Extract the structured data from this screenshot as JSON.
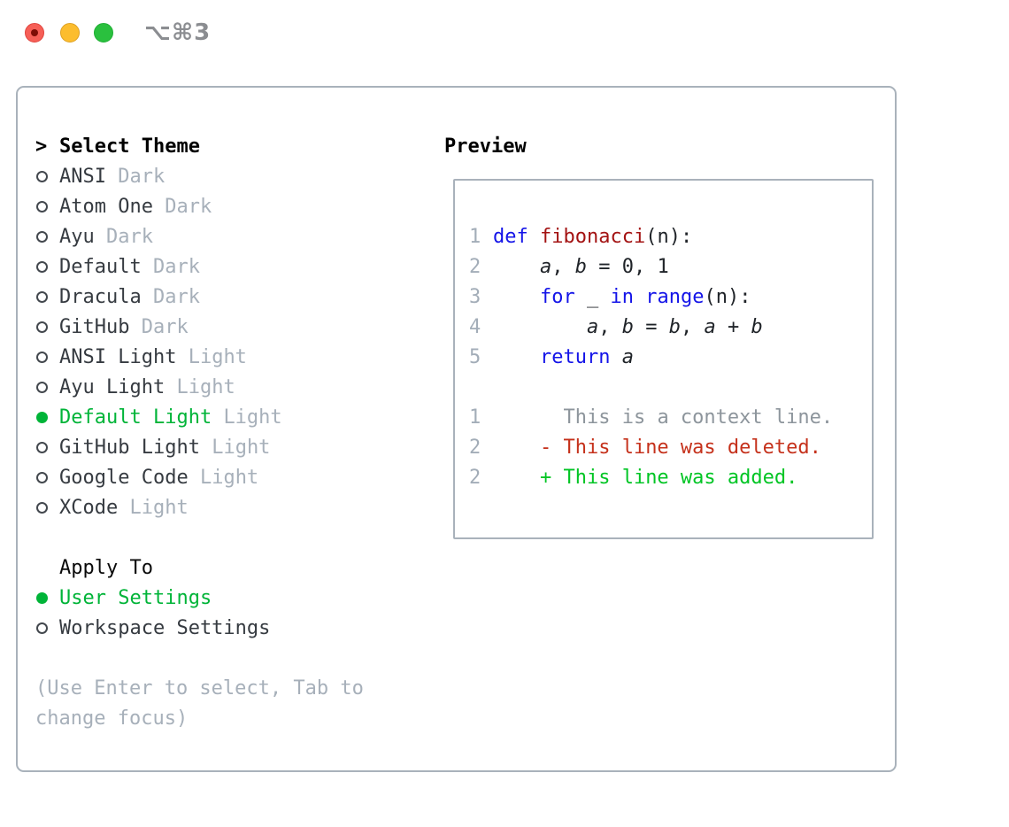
{
  "window": {
    "title": "⌥⌘3"
  },
  "titlebar_buttons": [
    {
      "name": "close-button",
      "color": "#f65f57"
    },
    {
      "name": "minimize-button",
      "color": "#fcbd2e"
    },
    {
      "name": "zoom-button",
      "color": "#2ac03e"
    }
  ],
  "theme_panel": {
    "cursor": ">",
    "select_label": "Select Theme",
    "themes": [
      {
        "name": "ANSI",
        "tag": "Dark",
        "selected": false
      },
      {
        "name": "Atom One",
        "tag": "Dark",
        "selected": false
      },
      {
        "name": "Ayu",
        "tag": "Dark",
        "selected": false
      },
      {
        "name": "Default",
        "tag": "Dark",
        "selected": false
      },
      {
        "name": "Dracula",
        "tag": "Dark",
        "selected": false
      },
      {
        "name": "GitHub",
        "tag": "Dark",
        "selected": false
      },
      {
        "name": "ANSI Light",
        "tag": "Light",
        "selected": false
      },
      {
        "name": "Ayu Light",
        "tag": "Light",
        "selected": false
      },
      {
        "name": "Default Light",
        "tag": "Light",
        "selected": true
      },
      {
        "name": "GitHub Light",
        "tag": "Light",
        "selected": false
      },
      {
        "name": "Google Code",
        "tag": "Light",
        "selected": false
      },
      {
        "name": "XCode",
        "tag": "Light",
        "selected": false
      }
    ],
    "apply_label": "Apply To",
    "targets": [
      {
        "name": "User Settings",
        "selected": true
      },
      {
        "name": "Workspace Settings",
        "selected": false
      }
    ],
    "hint_lines": [
      "(Use Enter to select, Tab to",
      "change focus)"
    ]
  },
  "preview": {
    "label": "Preview",
    "code_lines": [
      {
        "num": "1",
        "tokens": [
          [
            "kw",
            "def"
          ],
          [
            "pl",
            " "
          ],
          [
            "fn",
            "fibonacci"
          ],
          [
            "pl",
            "(n):"
          ]
        ]
      },
      {
        "num": "2",
        "tokens": [
          [
            "pl",
            "    "
          ],
          [
            "var",
            "a"
          ],
          [
            "pl",
            ", "
          ],
          [
            "var",
            "b"
          ],
          [
            "pl",
            " = 0, 1"
          ]
        ]
      },
      {
        "num": "3",
        "tokens": [
          [
            "pl",
            "    "
          ],
          [
            "kw",
            "for"
          ],
          [
            "pl",
            " _ "
          ],
          [
            "kw",
            "in"
          ],
          [
            "pl",
            " "
          ],
          [
            "kw",
            "range"
          ],
          [
            "pl",
            "(n):"
          ]
        ]
      },
      {
        "num": "4",
        "tokens": [
          [
            "pl",
            "        "
          ],
          [
            "var",
            "a"
          ],
          [
            "pl",
            ", "
          ],
          [
            "var",
            "b"
          ],
          [
            "pl",
            " = "
          ],
          [
            "var",
            "b"
          ],
          [
            "pl",
            ", "
          ],
          [
            "var",
            "a"
          ],
          [
            "pl",
            " + "
          ],
          [
            "var",
            "b"
          ]
        ]
      },
      {
        "num": "5",
        "tokens": [
          [
            "pl",
            "    "
          ],
          [
            "kw",
            "return"
          ],
          [
            "pl",
            " "
          ],
          [
            "var",
            "a"
          ]
        ]
      },
      {
        "num": "",
        "tokens": []
      },
      {
        "num": "1",
        "tokens": [
          [
            "pl",
            "      "
          ],
          [
            "ctx",
            "This is a context line."
          ]
        ]
      },
      {
        "num": "2",
        "tokens": [
          [
            "pl",
            "    "
          ],
          [
            "del",
            "- This line was deleted."
          ]
        ]
      },
      {
        "num": "2",
        "tokens": [
          [
            "pl",
            "    "
          ],
          [
            "add",
            "+ This line was added."
          ]
        ]
      }
    ]
  },
  "colors": {
    "selection_green": "#00b438",
    "diff_added_green": "#00c524",
    "diff_deleted_red": "#c5311b",
    "keyword_blue": "#1414e8",
    "function_red": "#a31313",
    "muted_gray": "#a7b0ba",
    "panel_border": "#a9b2bb",
    "text_dark": "#363b41"
  }
}
